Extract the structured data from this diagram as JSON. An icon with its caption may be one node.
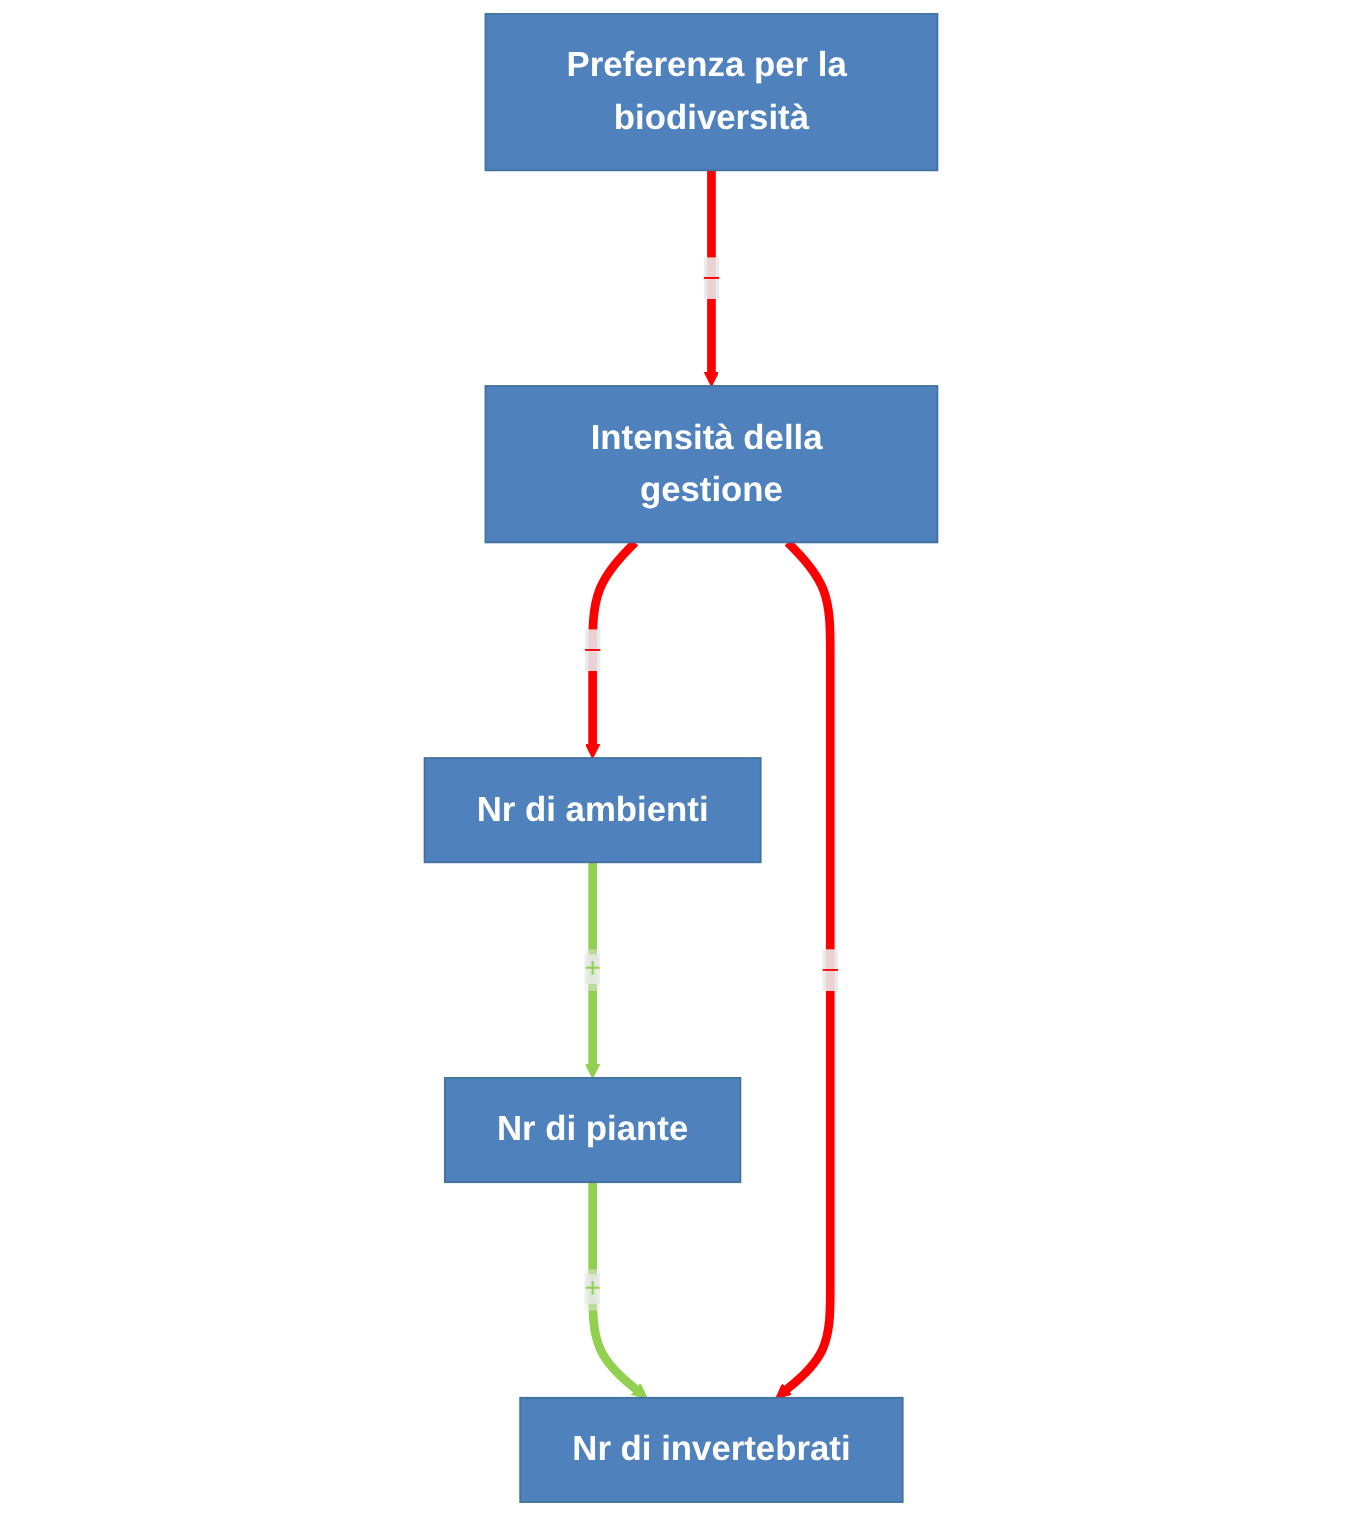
{
  "diagram": {
    "nodes": [
      {
        "text": [
          "Preferenza per la biodiversità"
        ]
      },
      {
        "text": [
          "Intensità della gestione"
        ]
      },
      {
        "text": [
          "Nr di ambienti"
        ]
      },
      {
        "text": [
          "Nr di piante"
        ]
      },
      {
        "text": [
          "Nr di invertebrati"
        ]
      }
    ],
    "edges": [
      {
        "from": 0,
        "to": 1,
        "arrow": "to",
        "label": "–",
        "color": "#ff0000"
      },
      {
        "from": 1,
        "to": 2,
        "arrow": "to",
        "label": "–",
        "color": "#ff0000"
      },
      {
        "from": 2,
        "to": 3,
        "arrow": "to",
        "label": "+",
        "color": "#92d050"
      },
      {
        "from": 3,
        "to": 4,
        "arrow": "to",
        "label": "+",
        "color": "#92d050"
      },
      {
        "from": 1,
        "to": 4,
        "arrow": "to",
        "label": "–",
        "color": "#ff0000"
      }
    ]
  }
}
